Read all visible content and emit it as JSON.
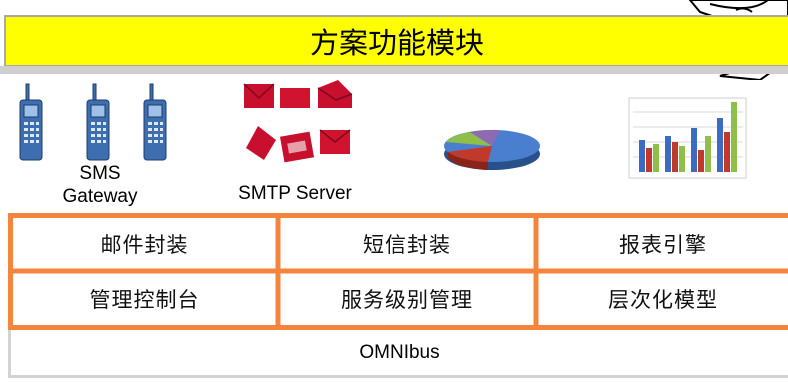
{
  "header": {
    "title": "方案功能模块"
  },
  "icons": {
    "sms_caption_line1": "SMS",
    "sms_caption_line2": "Gateway",
    "smtp_caption": "SMTP Server"
  },
  "modules": {
    "row1": [
      "邮件封装",
      "短信封装",
      "报表引擎"
    ],
    "row2": [
      "管理控制台",
      "服务级别管理",
      "层次化模型"
    ]
  },
  "footer": {
    "label": "OMNIbus"
  },
  "colors": {
    "title_bg": "#ffff00",
    "cell_border": "#f5843c",
    "envelope_red": "#c8102e",
    "phone_blue": "#3d6fb0"
  }
}
